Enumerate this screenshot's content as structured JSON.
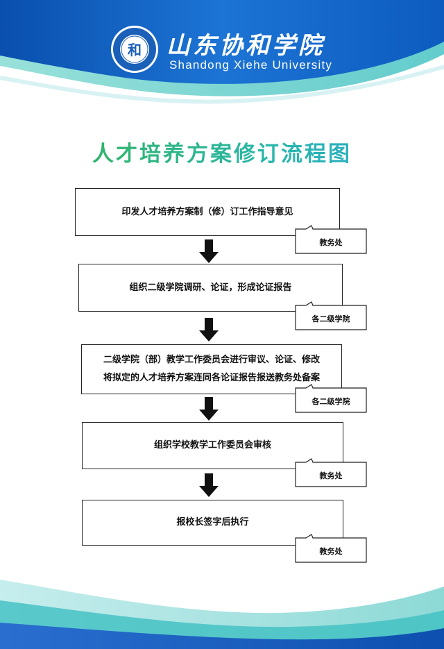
{
  "header": {
    "university_cn": "山东协和学院",
    "university_en": "Shandong Xiehe University",
    "logo_icon": "university-seal-logo"
  },
  "title": "人才培养方案修订流程图",
  "colors": {
    "header_blue": "#1565c0",
    "accent_teal": "#2ab7a9",
    "title_green": "#34b34a"
  },
  "steps": [
    {
      "text": "印发人才培养方案制（修）订工作指导意见",
      "dept": "教务处"
    },
    {
      "text": "组织二级学院调研、论证，形成论证报告",
      "dept": "各二级学院"
    },
    {
      "text": "二级学院（部）教学工作委员会进行审议、论证、修改",
      "text2": "将拟定的人才培养方案连同各论证报告报送教务处备案",
      "dept": "各二级学院"
    },
    {
      "text": "组织学校教学工作委员会审核",
      "dept": "教务处"
    },
    {
      "text": "报校长签字后执行",
      "dept": "教务处"
    }
  ]
}
